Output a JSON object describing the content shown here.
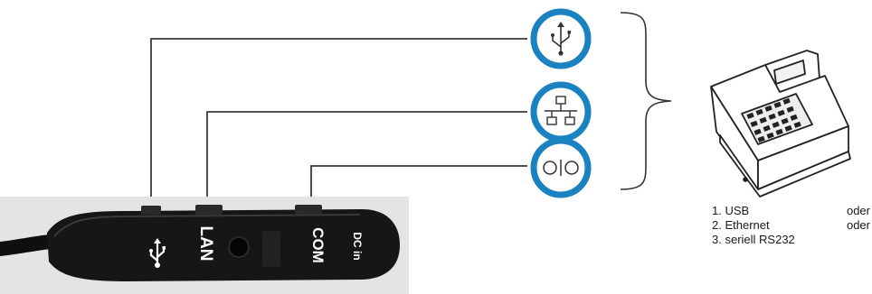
{
  "device": {
    "port_labels": [
      "LAN",
      "COM",
      "DC in"
    ]
  },
  "icons": [
    "usb-icon",
    "ethernet-icon",
    "serial-port-icon",
    "cash-register-icon"
  ],
  "colors": {
    "ring": "#1b82c1",
    "line": "#3a3a3a",
    "device_body": "#161616"
  },
  "connections": [
    {
      "num": "1.",
      "name": "USB",
      "conj": "oder"
    },
    {
      "num": "2.",
      "name": "Ethernet",
      "conj": "oder"
    },
    {
      "num": "3.",
      "name": "seriell RS232",
      "conj": ""
    }
  ]
}
